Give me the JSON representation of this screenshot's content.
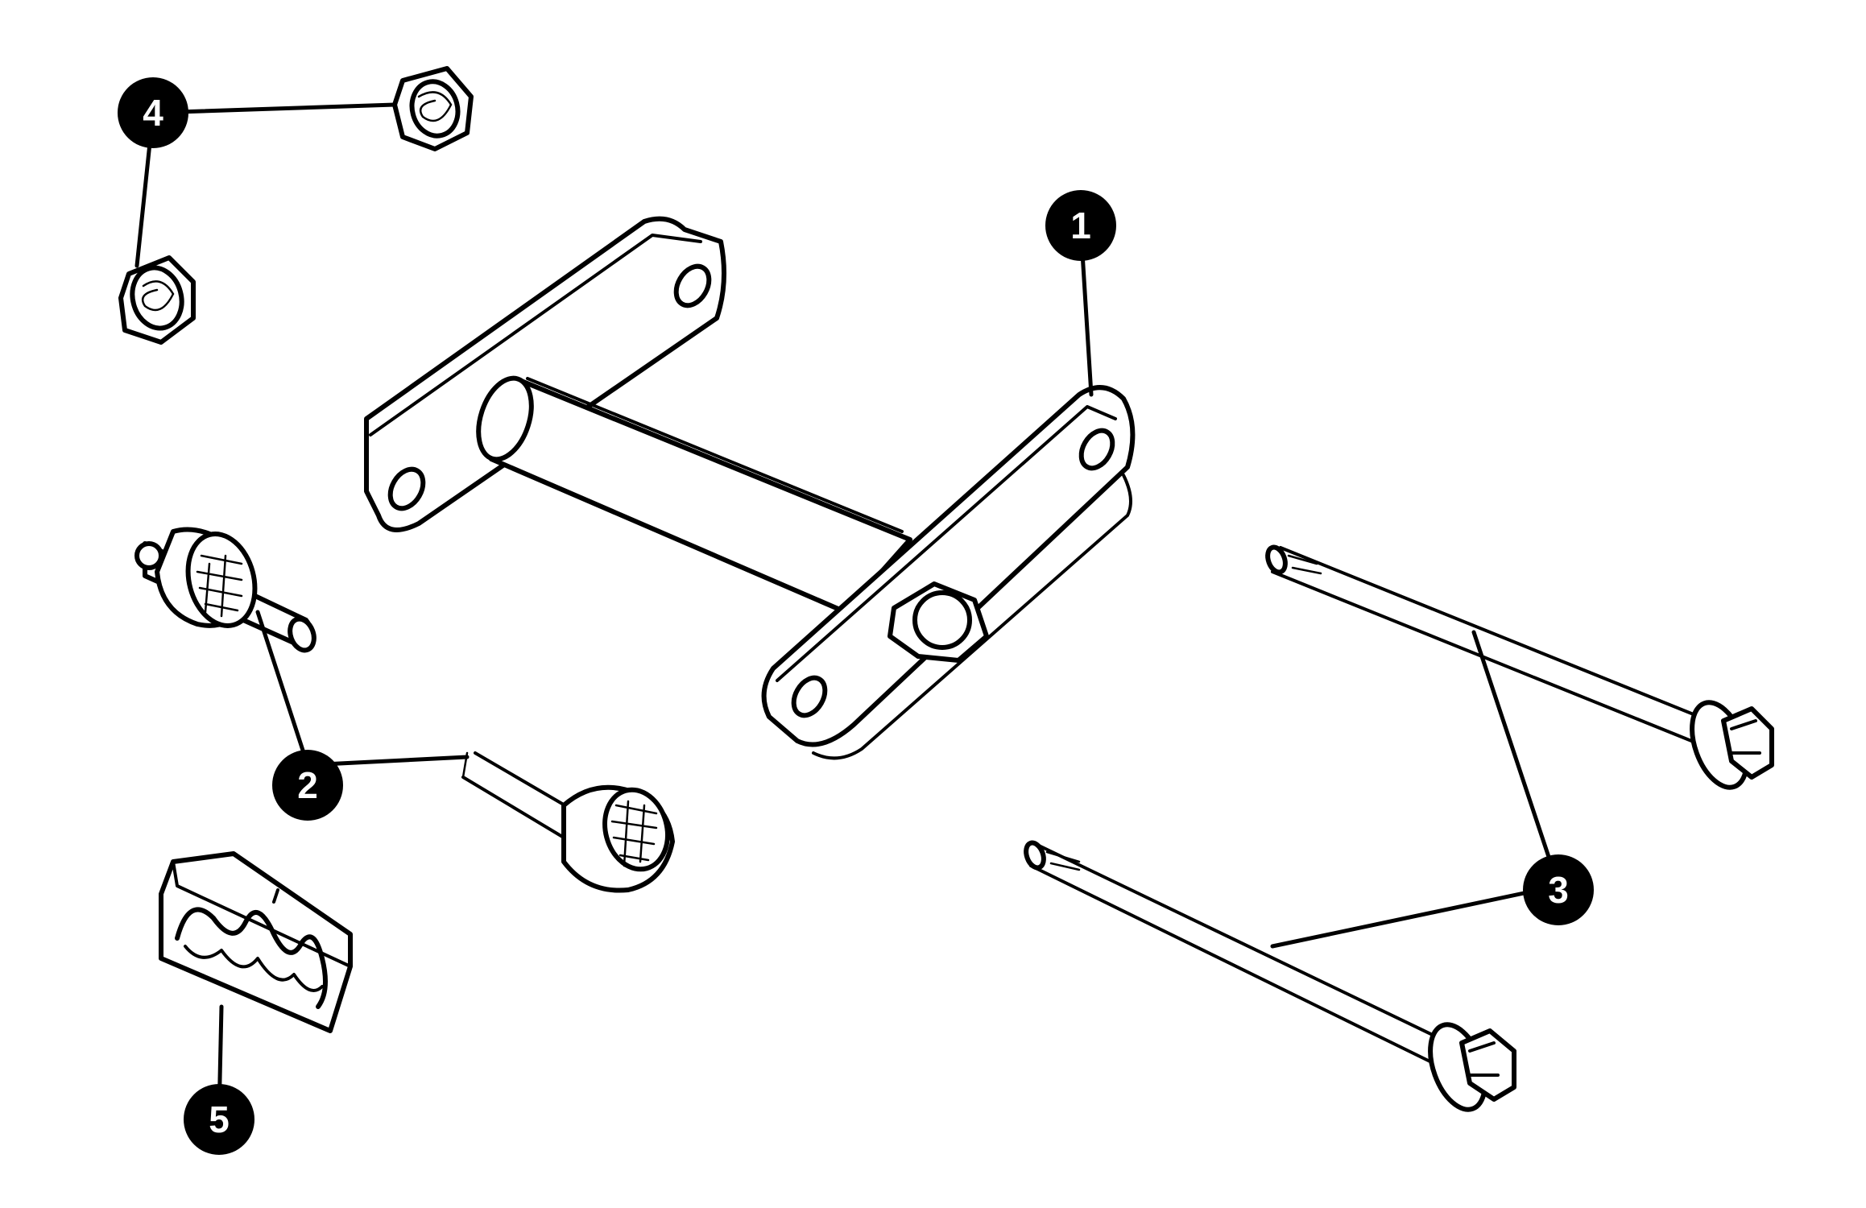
{
  "callouts": [
    {
      "id": "1",
      "label": "1"
    },
    {
      "id": "2",
      "label": "2"
    },
    {
      "id": "3",
      "label": "3"
    },
    {
      "id": "4",
      "label": "4"
    },
    {
      "id": "5",
      "label": "5"
    }
  ],
  "colors": {
    "ink": "#000000",
    "background": "#ffffff",
    "callout_text": "#ffffff"
  }
}
